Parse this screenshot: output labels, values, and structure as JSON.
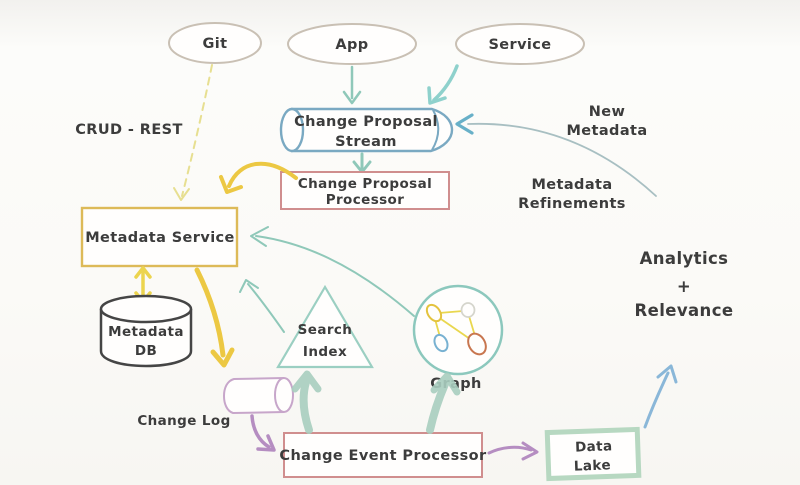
{
  "colors": {
    "ink": "#3c3c3c",
    "ellipse-gray": "#c9c0b4",
    "cyl-blue": "#7aa9c2",
    "box-red": "#d08e8e",
    "box-gold": "#ddba58",
    "box-green": "#b7d8c1",
    "cyl-purple": "#c7a6ca",
    "db-dark": "#454545",
    "tri-teal": "#9bcfc2",
    "circle-teal": "#8cc8bd",
    "arrow-teal": "#8fc8b9",
    "arrow-teal-blue": "#8ed1cc",
    "arrow-cyan": "#68b0c8",
    "curve-gray": "#a8bfc2",
    "arrow-yellow": "#ecc843",
    "arrow-yellow-pale": "#e7df91",
    "arrow-yellow-bright": "#ecd44e",
    "arrow-purple": "#b58dc1",
    "arrow-blue": "#8ab7d8",
    "arrow-mint": "#a9cebf",
    "edge-yellow": "#e9d74e",
    "node-yellow": "#e4c33e",
    "node-gray": "#d5d5cc",
    "node-blue": "#78b1d1",
    "node-red": "#c8764f"
  },
  "nodes": {
    "git": {
      "label": "Git"
    },
    "app": {
      "label": "App"
    },
    "service": {
      "label": "Service"
    },
    "change_proposal_stream": {
      "lines": [
        "Change Proposal",
        "Stream"
      ]
    },
    "change_proposal_processor": {
      "lines": [
        "Change Proposal",
        "Processor"
      ]
    },
    "metadata_service": {
      "label": "Metadata Service"
    },
    "metadata_db": {
      "lines": [
        "Metadata",
        "DB"
      ]
    },
    "change_log": {
      "label": "Change Log"
    },
    "search_index": {
      "lines": [
        "Search",
        "Index"
      ]
    },
    "graph": {
      "label": "Graph"
    },
    "change_event_processor": {
      "label": "Change Event Processor"
    },
    "data_lake": {
      "lines": [
        "Data",
        "Lake"
      ]
    }
  },
  "annotations": {
    "crud_rest": "CRUD - REST",
    "new_metadata": {
      "lines": [
        "New",
        "Metadata"
      ]
    },
    "metadata_refinements": {
      "lines": [
        "Metadata",
        "Refinements"
      ]
    },
    "analytics_relevance": {
      "lines": [
        "Analytics",
        "+",
        "Relevance"
      ]
    }
  }
}
